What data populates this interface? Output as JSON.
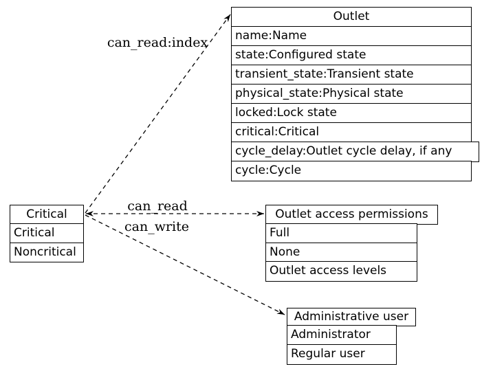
{
  "diagram": {
    "type": "entity-relationship",
    "colors": {
      "background": "#ffffff",
      "node_fill": "#ffffff",
      "border": "#000000",
      "text": "#000000",
      "edge_line": "#000000"
    },
    "nodes": {
      "outlet": {
        "title": "Outlet",
        "rows": [
          "name:Name",
          "state:Configured state",
          "transient_state:Transient state",
          "physical_state:Physical state",
          "locked:Lock state",
          "critical:Critical",
          "cycle_delay:Outlet cycle delay, if any",
          "cycle:Cycle"
        ]
      },
      "critical": {
        "title": "Critical",
        "rows": [
          "Critical",
          "Noncritical"
        ]
      },
      "permissions": {
        "title": "Outlet access permissions",
        "rows": [
          "Full",
          "None",
          "Outlet access levels"
        ]
      },
      "admin": {
        "title": "Administrative user",
        "rows": [
          "Administrator",
          "Regular user"
        ]
      }
    },
    "edges": [
      {
        "label": "can_read:index",
        "from": "Critical",
        "to": "Outlet",
        "style": "dashed",
        "arrowhead_at": "Outlet"
      },
      {
        "label": "can_read",
        "from": "Critical",
        "to": "Outlet access permissions",
        "style": "dashed",
        "arrowhead_at": "both"
      },
      {
        "label": "can_write",
        "from": "Critical",
        "to": "Outlet access permissions",
        "style": "dashed",
        "arrowhead_at": "both"
      },
      {
        "label": "",
        "from": "Critical",
        "to": "Administrative user",
        "style": "dashed",
        "arrowhead_at": "Administrative user"
      }
    ]
  }
}
